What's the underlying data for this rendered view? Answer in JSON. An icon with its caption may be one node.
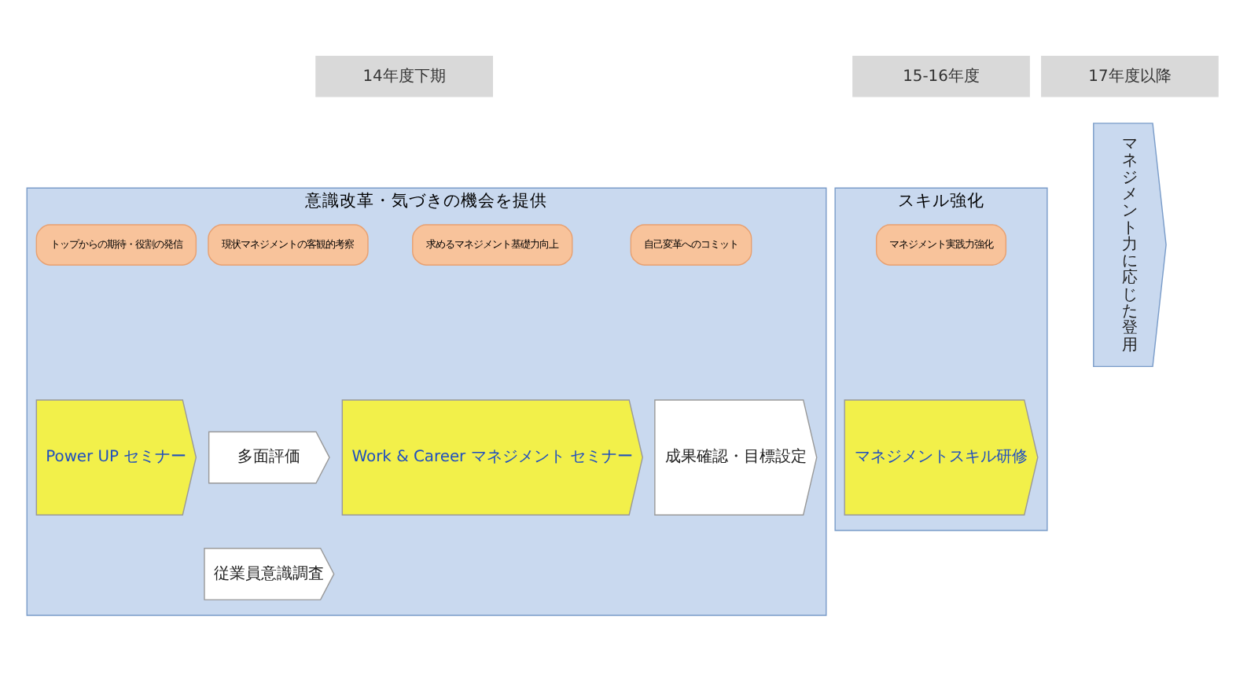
{
  "diagram": {
    "nodes": [
      {
        "text": [
          "14年度下期"
        ]
      },
      {
        "text": [
          "15-16年度"
        ]
      },
      {
        "text": [
          "17年度以降"
        ]
      },
      {
        "text": [
          "意識改革・気づきの機会を提供"
        ]
      },
      {
        "text": [
          "トップからの期待・役割の発信"
        ],
        "in": 3
      },
      {
        "text": [
          "現状マネジメントの客観的考察"
        ],
        "in": 3
      },
      {
        "text": [
          "求めるマネジメント基礎力向上"
        ],
        "in": 3
      },
      {
        "text": [
          "自己変革へのコミット"
        ],
        "in": 3
      },
      {
        "text": [
          "Power UP セミナー"
        ],
        "in": 3
      },
      {
        "text": [
          "多面評価"
        ],
        "in": 3
      },
      {
        "text": [
          "従業員意識調査"
        ],
        "in": 3
      },
      {
        "text": [
          "Work & Career マネジメント セミナー"
        ],
        "in": 3
      },
      {
        "text": [
          "成果確認・目標設定"
        ],
        "in": 3
      },
      {
        "text": [
          "スキル強化"
        ]
      },
      {
        "text": [
          "マネジメント実践力強化"
        ],
        "in": 13
      },
      {
        "text": [
          "マネジメントスキル研修"
        ],
        "in": 13
      },
      {
        "text": [
          "マネジメント力に応じた登用"
        ]
      }
    ],
    "edges": []
  }
}
